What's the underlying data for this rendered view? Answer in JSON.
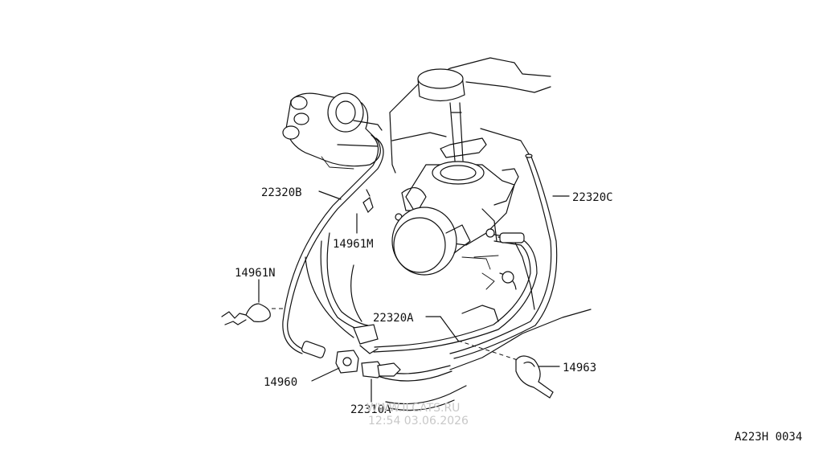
{
  "parts": [
    {
      "id": "22320B",
      "label": "22320B"
    },
    {
      "id": "22320C",
      "label": "22320C"
    },
    {
      "id": "14961M",
      "label": "14961M"
    },
    {
      "id": "14961N",
      "label": "14961N"
    },
    {
      "id": "22320A",
      "label": "22320A"
    },
    {
      "id": "14963",
      "label": "14963"
    },
    {
      "id": "14960",
      "label": "14960"
    },
    {
      "id": "22310A",
      "label": "22310A"
    }
  ],
  "watermark": {
    "site": "WWW.ILCATS.RU",
    "timestamp": "12:54 03.06.2026"
  },
  "diagram_code": "A223H 0034"
}
